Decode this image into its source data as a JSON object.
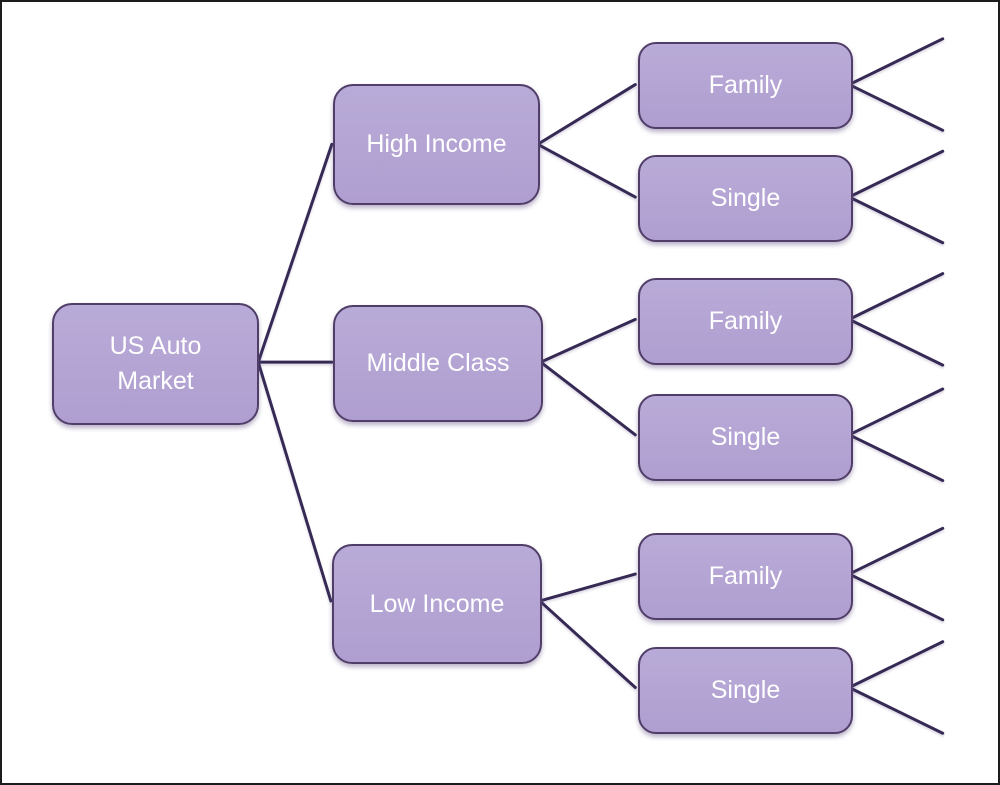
{
  "tree": {
    "root": {
      "label": "US Auto Market"
    },
    "branches": [
      {
        "label": "High Income",
        "children": [
          {
            "label": "Family"
          },
          {
            "label": "Single"
          }
        ]
      },
      {
        "label": "Middle Class",
        "children": [
          {
            "label": "Family"
          },
          {
            "label": "Single"
          }
        ]
      },
      {
        "label": "Low Income",
        "children": [
          {
            "label": "Family"
          },
          {
            "label": "Single"
          }
        ]
      }
    ]
  },
  "colors": {
    "node_fill_top": "#b9abd8",
    "node_fill_bottom": "#af9ed0",
    "node_border": "#503e68",
    "connector": "#362a55",
    "node_text": "#ffffff",
    "canvas_background": "#ffffff",
    "frame_border": "#1c1c1c"
  }
}
